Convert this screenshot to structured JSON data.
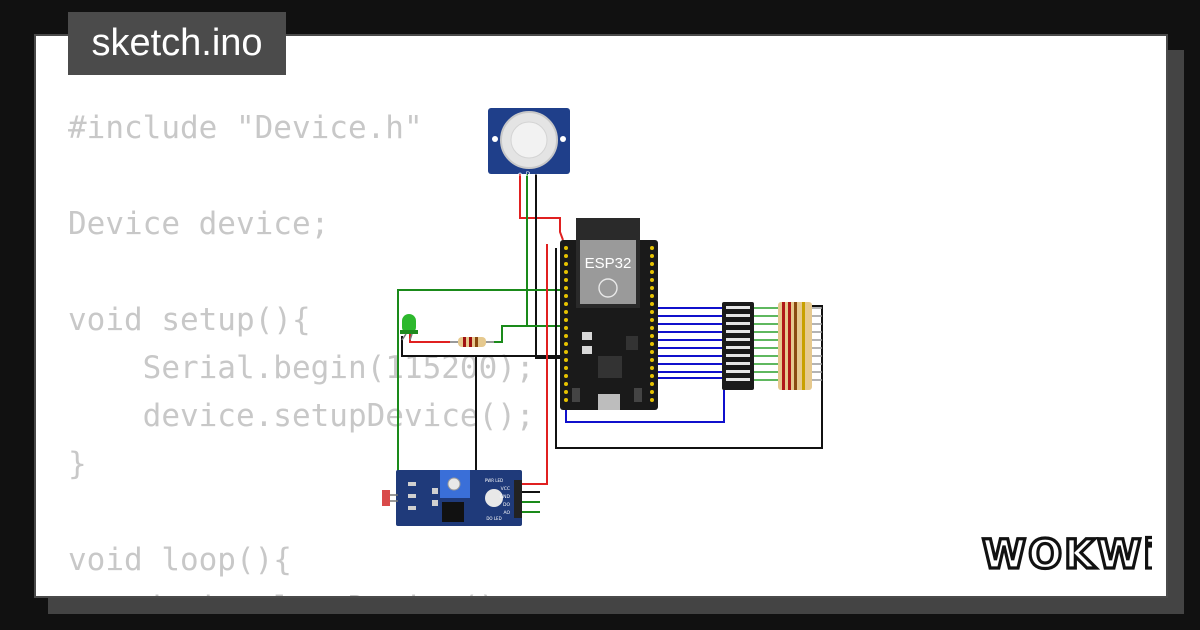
{
  "tab": {
    "filename": "sketch.ino"
  },
  "code": {
    "lines": [
      "#include \"Device.h\"",
      "",
      "Device device;",
      "",
      "void setup(){",
      "    Serial.begin(115200);",
      "    device.setupDevice();",
      "}",
      "",
      "void loop(){",
      "    device.loopDevice();"
    ]
  },
  "board": {
    "label": "ESP32"
  },
  "pir": {
    "pin_labels": [
      "+",
      "D",
      "−"
    ]
  },
  "ldr_module": {
    "labels": [
      "VCC",
      "GND",
      "DO",
      "AO",
      "PWR LED",
      "DO LED"
    ]
  },
  "brand": {
    "logo": "WOKWi"
  },
  "colors": {
    "background": "#111111",
    "card": "#ffffff",
    "tab": "#4b4b4b",
    "code_text": "#c8c8c8",
    "pcb_blue": "#1f3f8a",
    "wire_red": "#e02020",
    "wire_green": "#1a8a1a",
    "wire_blue": "#1010cc",
    "wire_black": "#111111"
  }
}
